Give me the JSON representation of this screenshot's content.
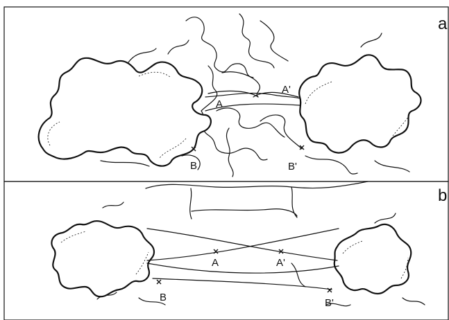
{
  "panels": [
    {
      "label": "a",
      "points": [
        "A",
        "A'",
        "B",
        "B'"
      ]
    },
    {
      "label": "b",
      "points": [
        "A",
        "A'",
        "B",
        "B'"
      ]
    }
  ],
  "colors": {
    "ink": "#111111",
    "background": "#ffffff"
  }
}
